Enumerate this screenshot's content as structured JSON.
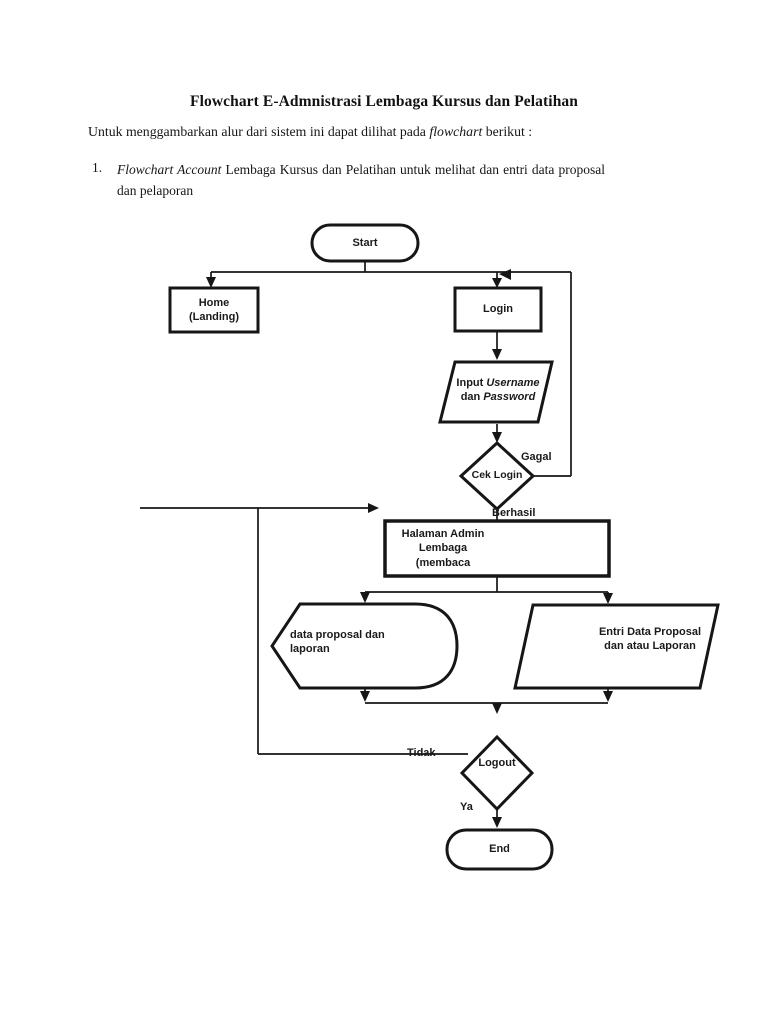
{
  "page": {
    "title": "Flowchart E-Admnistrasi Lembaga Kursus dan Pelatihan",
    "intro": {
      "pre": "Untuk menggambarkan alur dari sistem ini dapat dilihat pada ",
      "italic": "flowchart",
      "post": " berikut :"
    },
    "list_item": {
      "number": "1.",
      "italic_lead": "Flowchart Account",
      "rest_line1": " Lembaga Kursus dan Pelatihan untuk melihat dan entri data proposal",
      "rest_line2": "dan pelaporan"
    }
  },
  "flowchart": {
    "start_label": "Start",
    "home": {
      "line1": "Home",
      "line2": "(Landing)"
    },
    "login_label": "Login",
    "input_shape": {
      "l1a": "Input ",
      "l1b": "Username",
      "l2a": "dan ",
      "l2b": "Password"
    },
    "cek_login_label": "Cek Login",
    "gagal_label": "Gagal",
    "berhasil_label": "Berhasil",
    "admin_box": {
      "line1": "Halaman Admin",
      "line2": "Lembaga",
      "line3": "(membaca"
    },
    "display_shape": {
      "line1": "data proposal dan",
      "line2": "laporan"
    },
    "entri_shape": {
      "line1": "Entri Data Proposal",
      "line2": "dan atau Laporan"
    },
    "tidak_label": "Tidak",
    "logout_label": "Logout",
    "ya_label": "Ya",
    "end_label": "End",
    "colors": {
      "line": "#161616",
      "shape_fill": "#ffffff",
      "page_bg": "#ffffff"
    }
  }
}
